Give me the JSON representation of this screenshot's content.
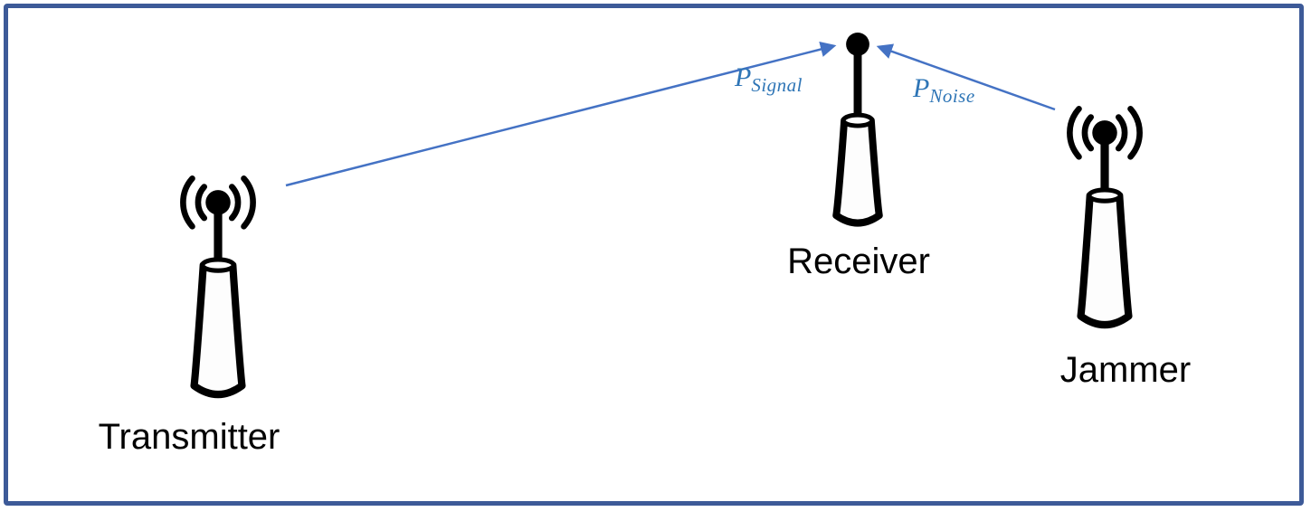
{
  "diagram": {
    "type": "wireless-jamming-topology",
    "nodes": [
      {
        "id": "transmitter",
        "label": "Transmitter",
        "icon": "antenna-tower-with-waves"
      },
      {
        "id": "receiver",
        "label": "Receiver",
        "icon": "antenna-tower"
      },
      {
        "id": "jammer",
        "label": "Jammer",
        "icon": "antenna-tower-with-waves"
      }
    ],
    "edges": [
      {
        "id": "signal",
        "from": "transmitter",
        "to": "receiver",
        "symbol": "P",
        "subscript": "Signal"
      },
      {
        "id": "noise",
        "from": "jammer",
        "to": "receiver",
        "symbol": "P",
        "subscript": "Noise"
      }
    ]
  },
  "colors": {
    "frame-border": "#3D5A98",
    "arrow": "#4472C4",
    "math-label": "#2E75B6",
    "icon-ink": "#000000",
    "label-text": "#000000",
    "background": "#FFFFFF"
  }
}
